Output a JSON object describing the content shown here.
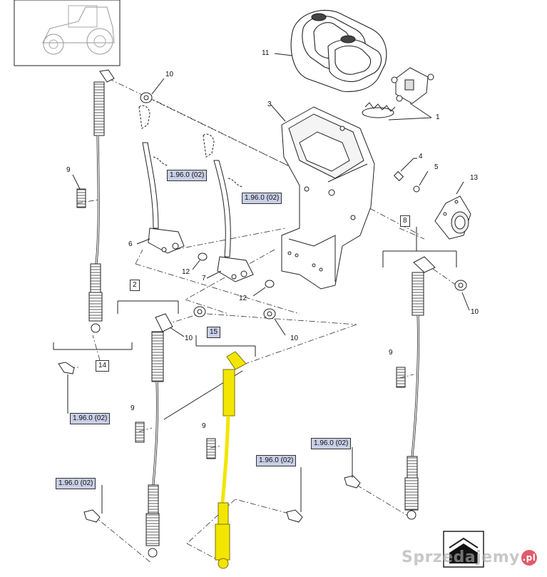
{
  "callouts": {
    "c1": "1",
    "c2": "2",
    "c3": "3",
    "c4": "4",
    "c5": "5",
    "c6": "6",
    "c7": "7",
    "c8": "8",
    "c9a": "9",
    "c9b": "9",
    "c9c": "9",
    "c9d": "9",
    "c10a": "10",
    "c10b": "10",
    "c10c": "10",
    "c10d": "10",
    "c11": "11",
    "c12a": "12",
    "c12b": "12",
    "c13": "13",
    "c14": "14",
    "c15": "15"
  },
  "refs": {
    "r1": "1.96.0 (02)",
    "r2": "1.96.0 (02)",
    "r3": "1.96.0 (02)",
    "r4": "1.96.0 (02)",
    "r5": "1.96.0 (02)",
    "r6": "1.96.0 (02)"
  },
  "watermark": "Sprzedajemy",
  "watermark_badge": ".pl",
  "colors": {
    "highlight_part": "#f2e600",
    "ref_box": "#c9cfe6",
    "line": "#222222"
  },
  "icons": {
    "tractor": "tractor-thumbnail-icon",
    "nav": "next-page-icon"
  }
}
